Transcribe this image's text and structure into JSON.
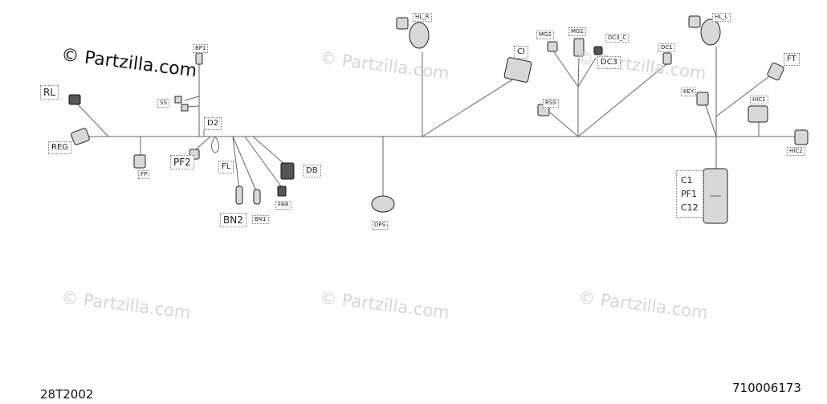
{
  "watermark": {
    "text": "© Partzilla.com"
  },
  "labels": {
    "rl": "RL",
    "reg": "REG",
    "fp": "FP",
    "bp1": "BP1",
    "ss": "SS",
    "d2": "D2",
    "pf2": "PF2",
    "fl": "FL",
    "bn2": "BN2",
    "bn1": "BN1",
    "frr": "FRR",
    "db": "DB",
    "dps": "DPS",
    "hl_r": "HL_R",
    "ci": "CI",
    "mg2": "MG2",
    "mg1": "MG1",
    "dc3_c": "DC3_C",
    "dc3": "DC3",
    "dc1": "DC1",
    "rss": "RSS",
    "hl_l": "HL_L",
    "key": "KEY",
    "ft": "FT",
    "hic1": "HIC1",
    "hic2": "HIC2"
  },
  "ecu_box": {
    "c1": "C1",
    "pf1": "PF1",
    "c12": "C12"
  },
  "footer": {
    "left_code": "28T2002",
    "right_code": "710006173"
  }
}
